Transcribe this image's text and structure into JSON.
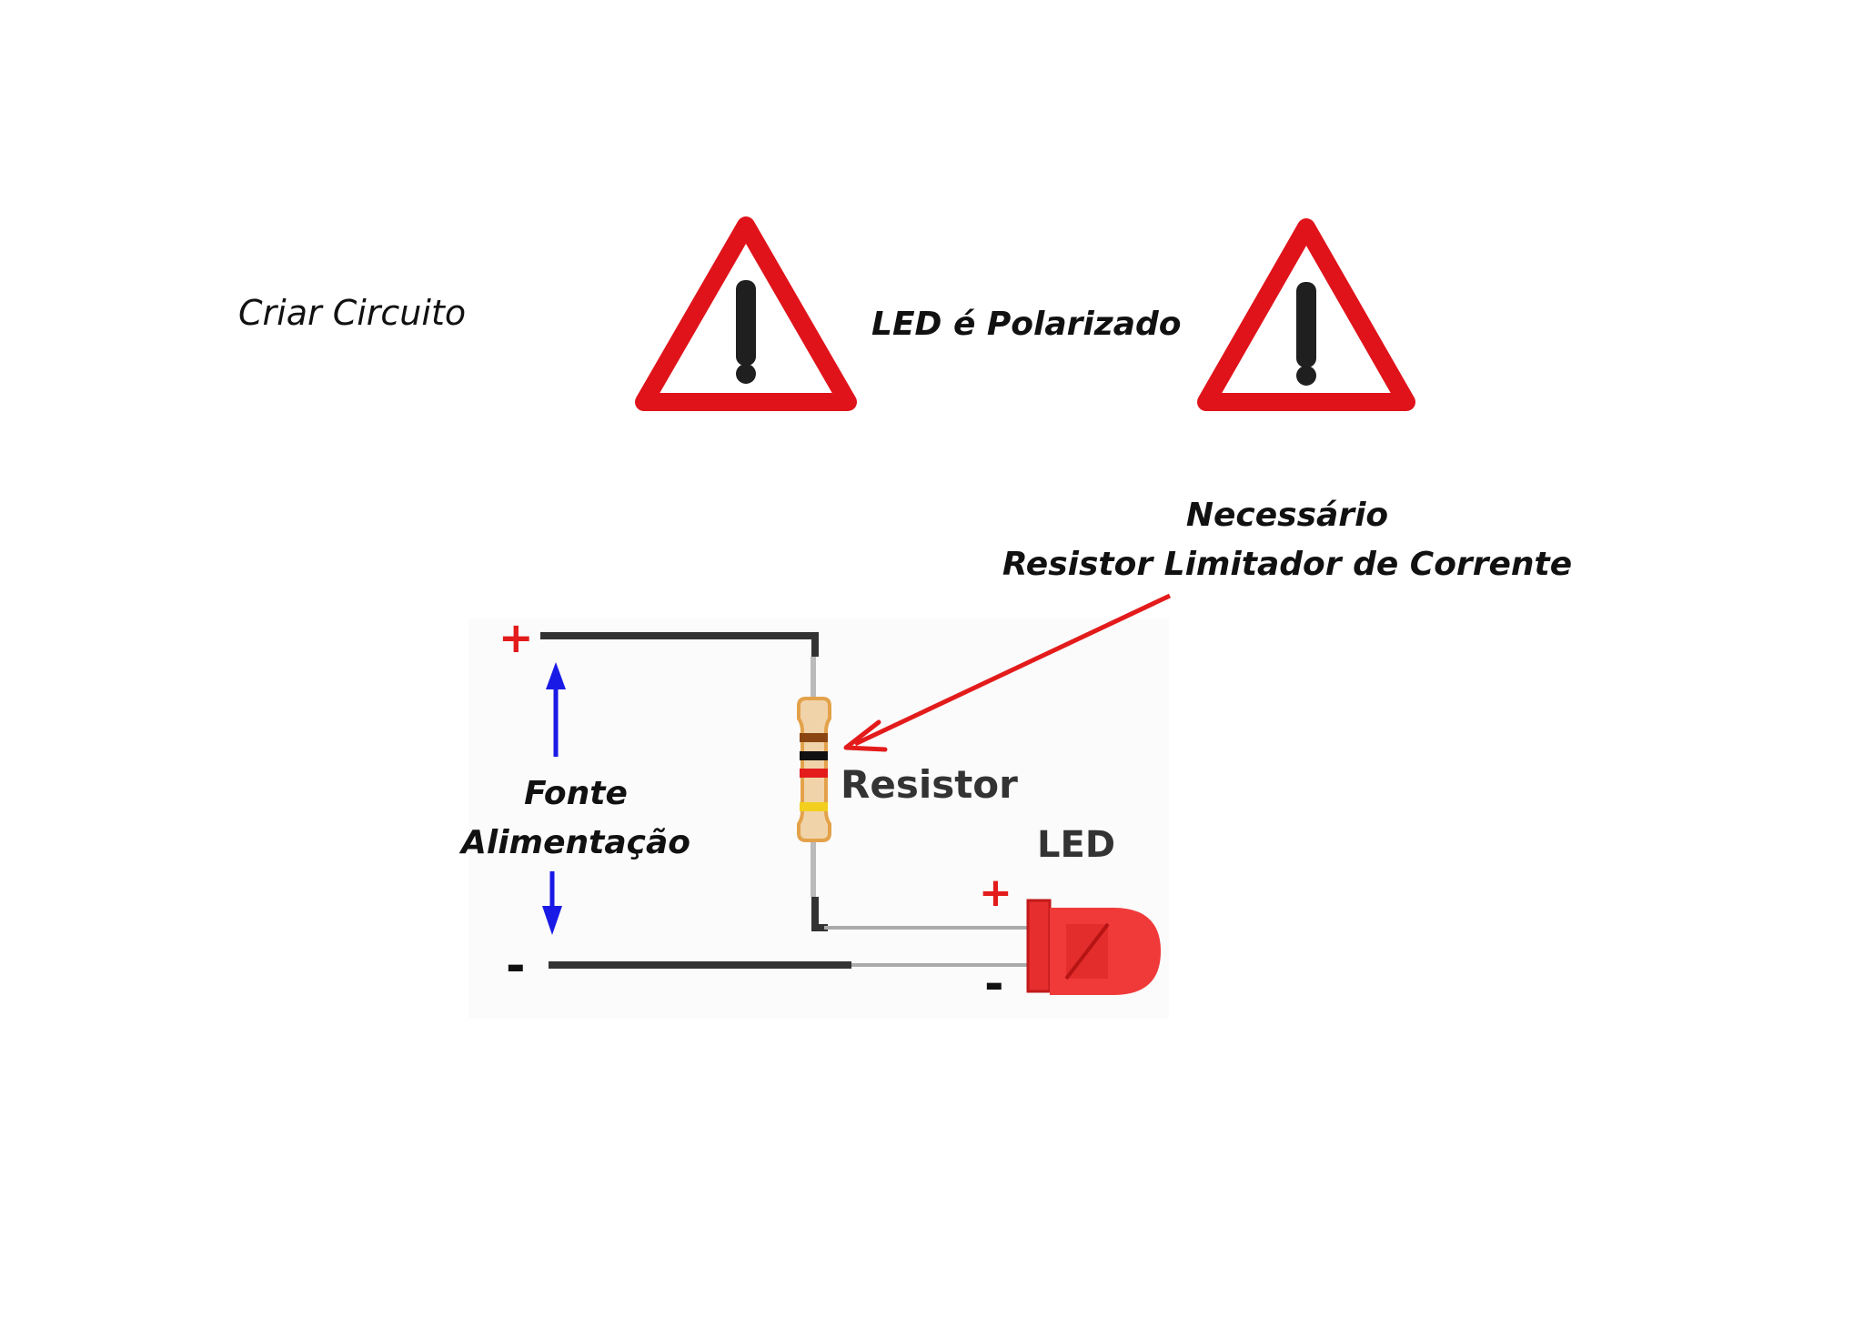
{
  "texts": {
    "create_circuit": "Criar Circuito",
    "led_polarized": "LED é Polarizado",
    "necessary_line1": "Necessário",
    "necessary_line2": "Resistor Limitador de Corrente",
    "power_line1": "Fonte",
    "power_line2": "Alimentação",
    "resistor": "Resistor",
    "led": "LED"
  },
  "signs": {
    "source_plus": "+",
    "source_minus": "-",
    "led_plus": "+",
    "led_minus": "-"
  },
  "colors": {
    "warning_red": "#e0131b",
    "arrow_red": "#e31b1b",
    "sign_red": "#e31b1b",
    "blue_arrow": "#1a1ae6",
    "wire": "#333333",
    "led_body": "#f03a3a",
    "resistor_body": "#f1d3a9"
  },
  "icons": [
    "warning-triangle-icon",
    "warning-triangle-icon"
  ]
}
